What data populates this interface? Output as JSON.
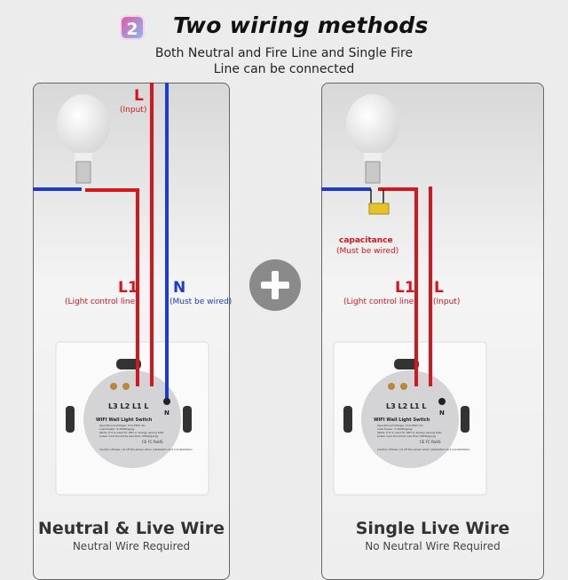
{
  "header": {
    "badge": "2",
    "title": "Two wiring methods",
    "subtitle_line1": "Both Neutral and Fire Line and Single Fire",
    "subtitle_line2": "Line can be connected"
  },
  "left_panel": {
    "label_L": "L",
    "label_L_note": "(Input)",
    "label_L1": "L1",
    "label_L1_note": "(Light control line)",
    "label_N": "N",
    "label_N_note": "(Must be wired)",
    "footer_title": "Neutral & Live Wire",
    "footer_sub": "Neutral Wire Required"
  },
  "right_panel": {
    "label_cap": "capacitance",
    "label_cap_note": "(Must be wired)",
    "label_L1": "L1",
    "label_L1_note": "(Light control line)",
    "label_L": "L",
    "label_L_note": "(Input)",
    "footer_title": "Single Live Wire",
    "footer_sub": "No Neutral Wire Required"
  },
  "switch_module": {
    "terminals": [
      "L3",
      "L2",
      "L1",
      "L"
    ],
    "neutral": "N",
    "name": "WIFI Wall Light Switch",
    "spec1": "Operational Voltage: 110-250V AC",
    "spec2": "Load Power: 3-300W/gang",
    "spec3": "(Note: If it is used for LED or energy saving bulb,",
    "spec4": "power load should be less than 300W/gang)",
    "certs": "CE FC RoHS",
    "caution": "Caution: Please cut off the power when installation and uninstallation."
  },
  "colors": {
    "live": "#d6161c",
    "neutral": "#1c3ccc",
    "capacitor": "#e8c22a",
    "plus_circle": "#8a8a8a"
  }
}
